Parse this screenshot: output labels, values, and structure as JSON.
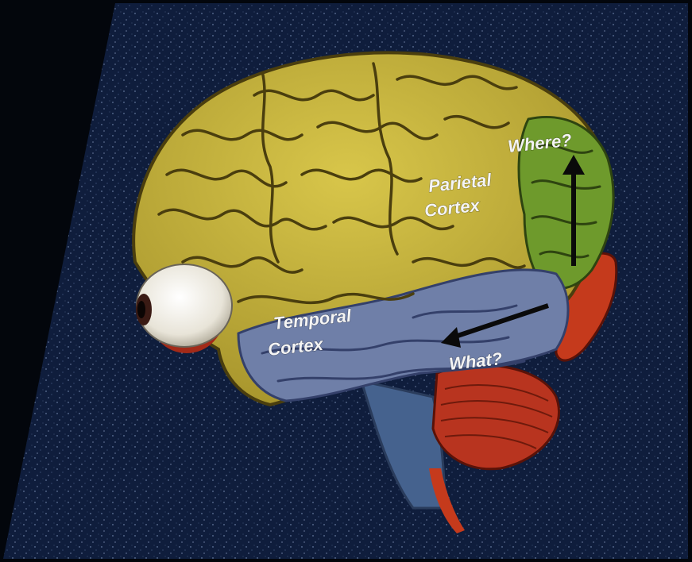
{
  "labels": {
    "where": "Where?",
    "parietal_line1": "Parietal",
    "parietal_line2": "Cortex",
    "temporal_line1": "Temporal",
    "temporal_line2": "Cortex",
    "what": "What?"
  },
  "colors": {
    "background_panel": "#0f1d3c",
    "cortex_yellow": "#c7b43a",
    "parietal_green": "#6e9a2c",
    "temporal_blue": "#6f7fa8",
    "occipital_red": "#c53a1c",
    "cerebellum_red": "#b8341f",
    "brainstem_blue": "#45628e",
    "eye_white": "#f0ede4"
  }
}
